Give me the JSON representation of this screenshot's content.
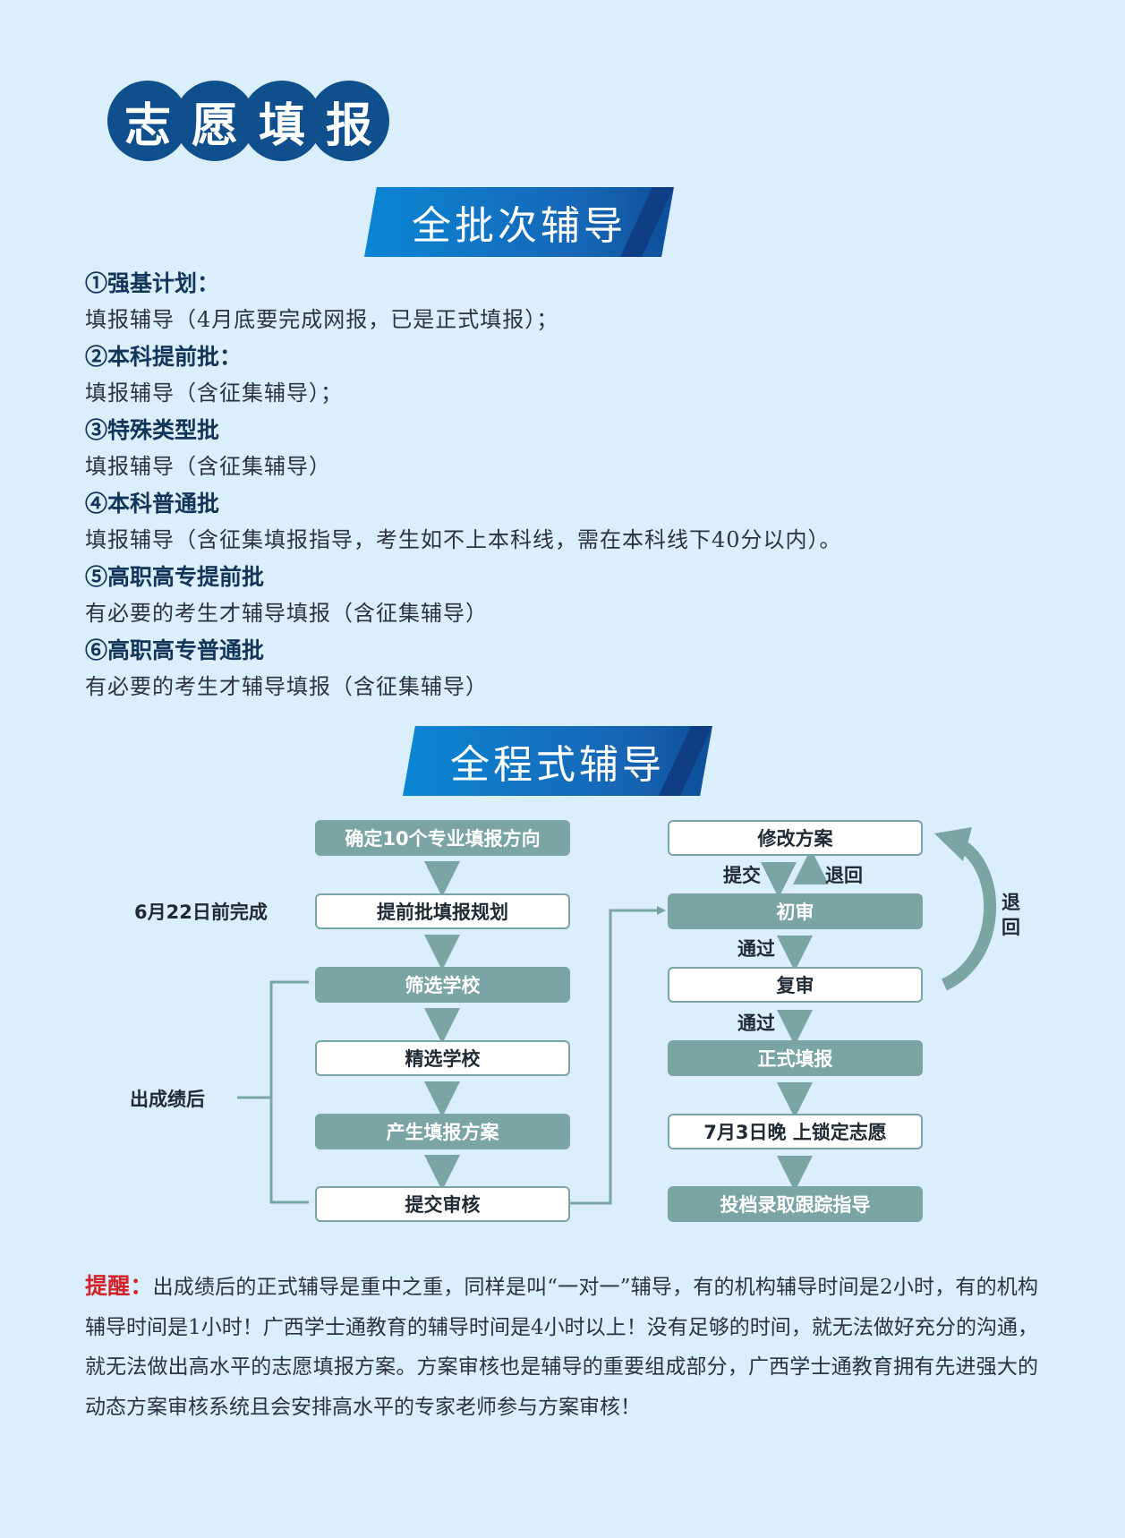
{
  "header": {
    "title_chars": [
      "志",
      "愿",
      "填",
      "报"
    ]
  },
  "sections": {
    "batch_banner": "全批次辅导",
    "process_banner": "全程式辅导"
  },
  "batches": [
    {
      "title": "①强基计划：",
      "desc": "填报辅导（4月底要完成网报，已是正式填报）；"
    },
    {
      "title": "②本科提前批：",
      "desc": "填报辅导（含征集辅导）；"
    },
    {
      "title": "③特殊类型批",
      "desc": "填报辅导（含征集辅导）"
    },
    {
      "title": "④本科普通批",
      "desc": "填报辅导（含征集填报指导，考生如不上本科线，需在本科线下40分以内）。"
    },
    {
      "title": "⑤高职高专提前批",
      "desc": "有必要的考生才辅导填报（含征集辅导）"
    },
    {
      "title": "⑥高职高专普通批",
      "desc": "有必要的考生才辅导填报（含征集辅导）"
    }
  ],
  "flow": {
    "left_steps": [
      "确定10个专业填报方向",
      "提前批填报规划",
      "筛选学校",
      "精选学校",
      "产生填报方案",
      "提交审核"
    ],
    "right_steps": [
      "修改方案",
      "初审",
      "复审",
      "正式填报",
      "7月3日晚 上锁定志愿",
      "投档录取跟踪指导"
    ],
    "label_deadline": "6月22日前完成",
    "label_after_scores": "出成绩后",
    "label_submit": "提交",
    "label_return": "退回",
    "label_pass_1": "通过",
    "label_pass_2": "通过",
    "label_return_vertical": [
      "退",
      "回"
    ],
    "color_filled": "#7aa5a4"
  },
  "reminder": {
    "label": "提醒：",
    "text": "出成绩后的正式辅导是重中之重，同样是叫“一对一”辅导，有的机构辅导时间是2小时，有的机构辅导时间是1小时！广西学士通教育的辅导时间是4小时以上！没有足够的时间，就无法做好充分的沟通，就无法做出高水平的志愿填报方案。方案审核也是辅导的重要组成部分，广西学士通教育拥有先进强大的动态方案审核系统且会安排高水平的专家老师参与方案审核！"
  }
}
